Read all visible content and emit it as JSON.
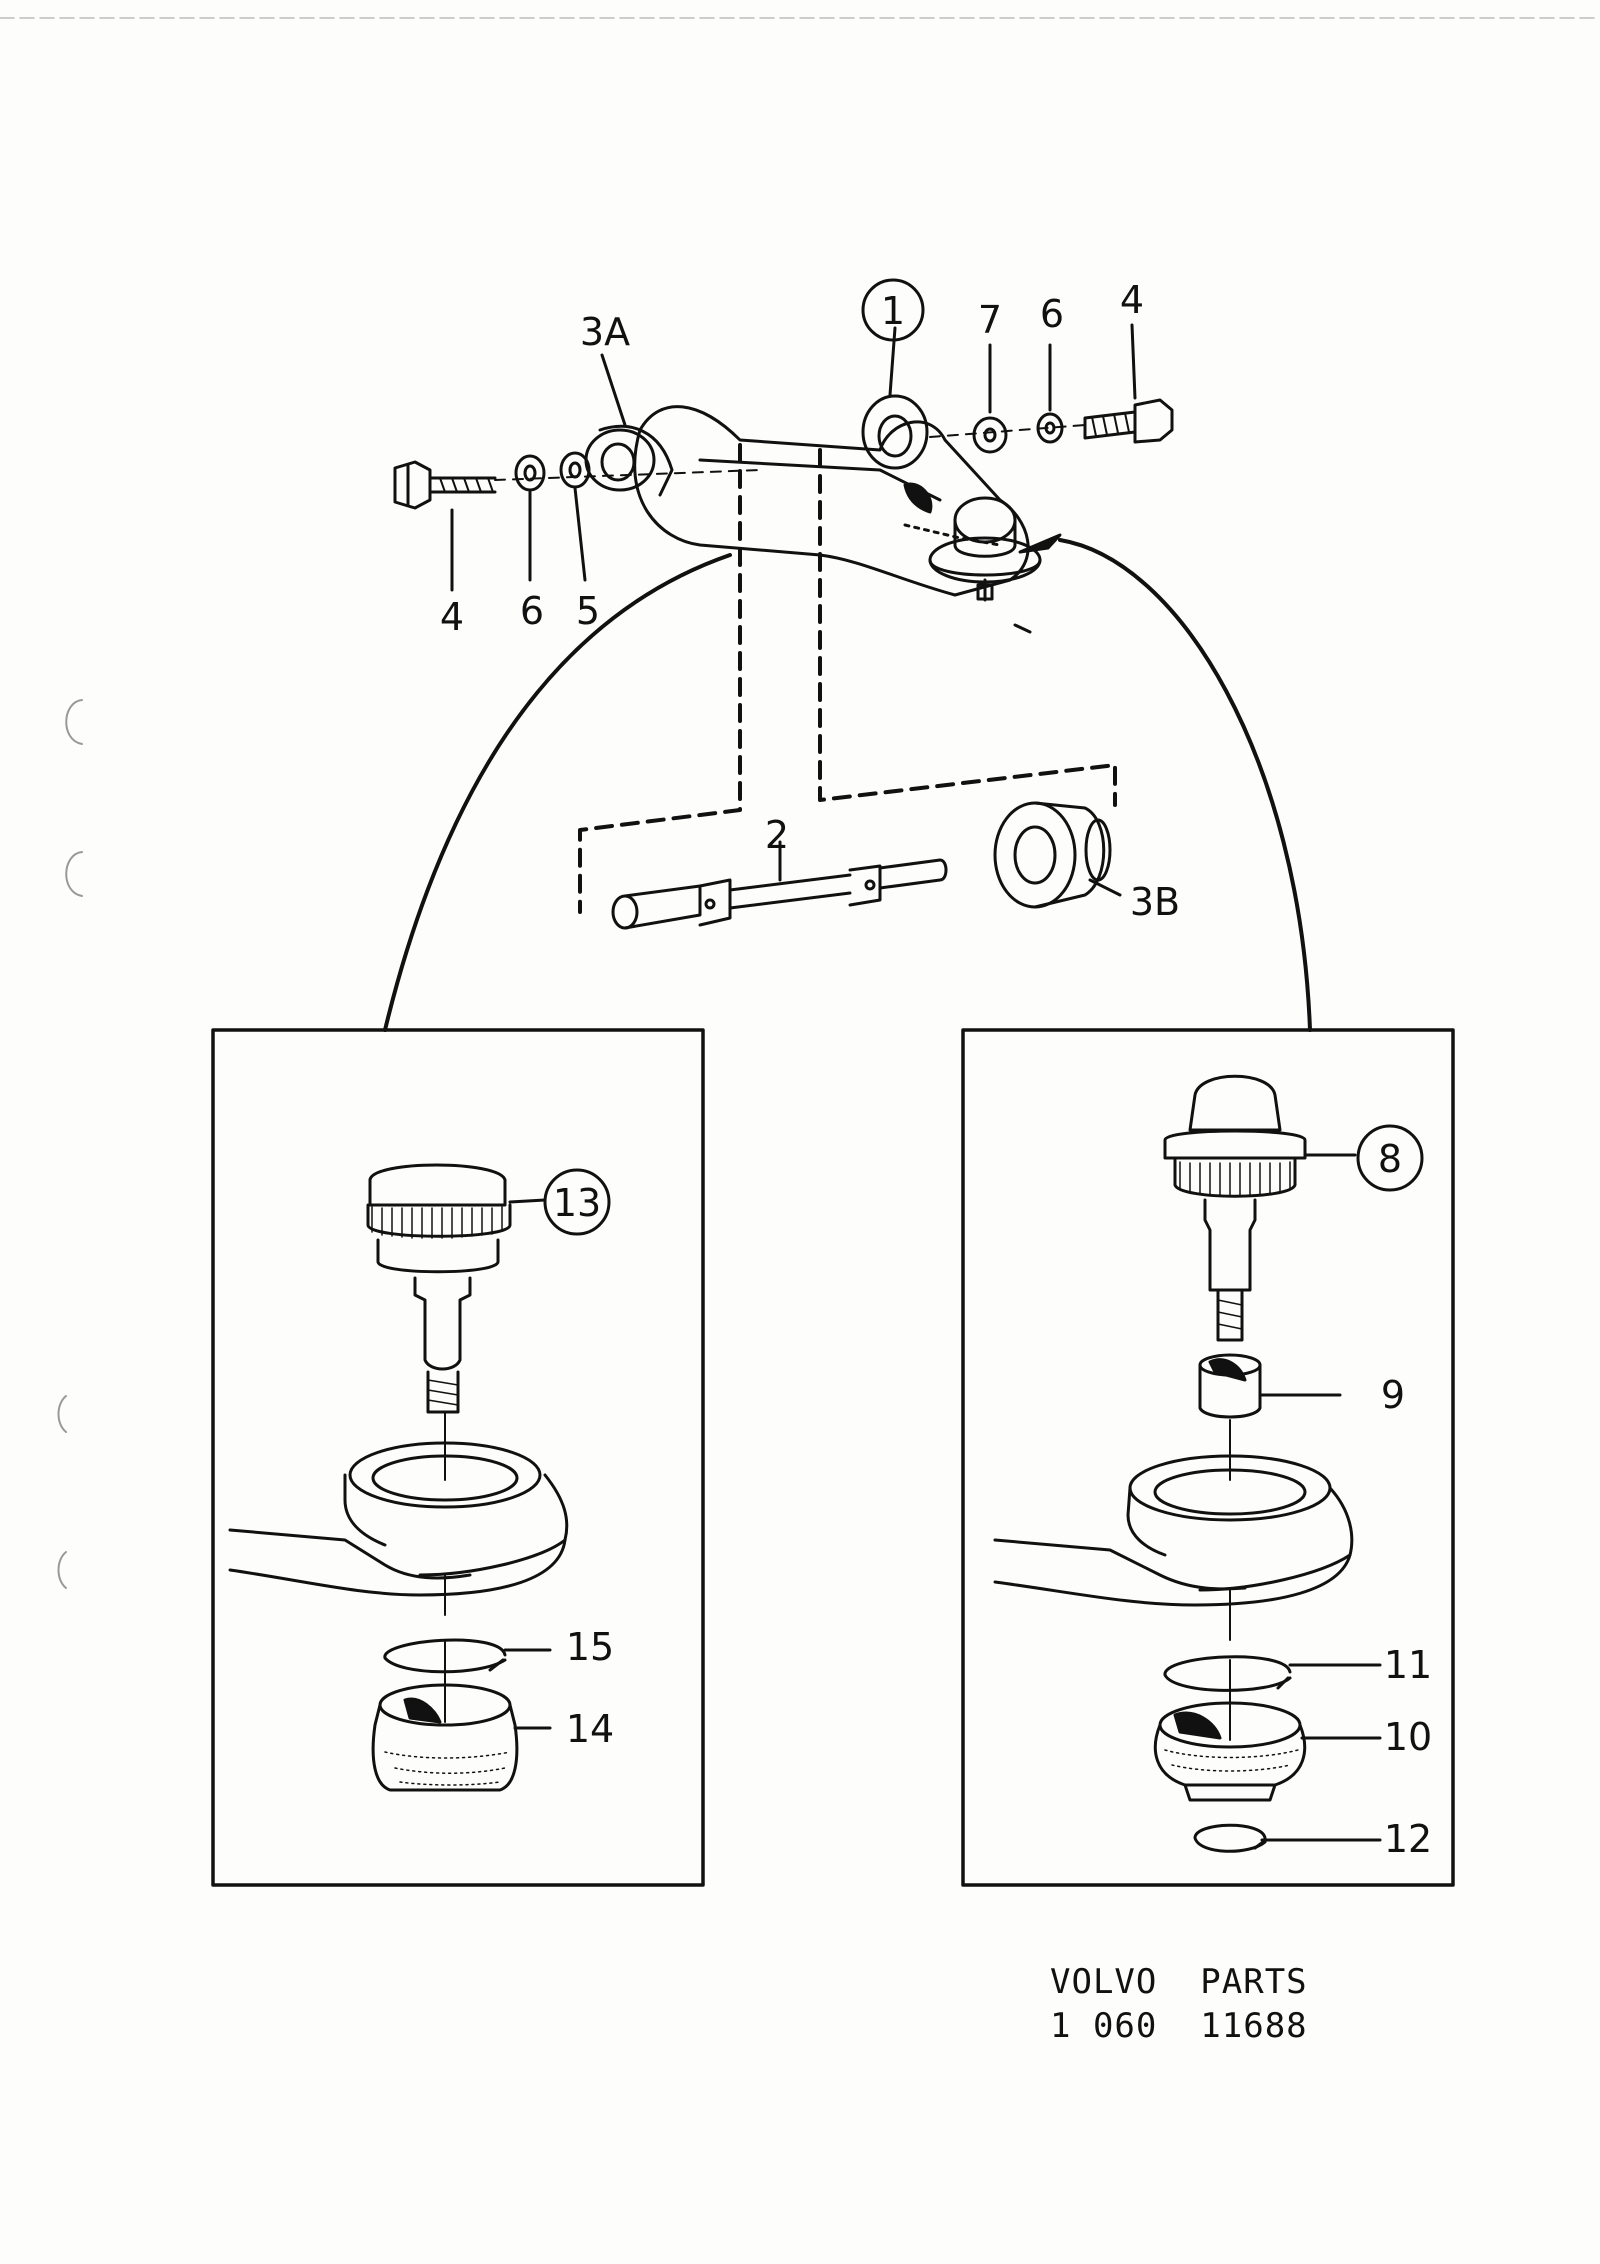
{
  "callouts": {
    "c1": "1",
    "c7": "7",
    "c6_top": "6",
    "c4_top": "4",
    "c3a": "3A",
    "c4_left": "4",
    "c6_left": "6",
    "c5": "5",
    "c2": "2",
    "c3b": "3B",
    "c13": "13",
    "c15": "15",
    "c14": "14",
    "c8": "8",
    "c9": "9",
    "c11": "11",
    "c10": "10",
    "c12": "12"
  },
  "footer": {
    "line1": "VOLVO  PARTS",
    "line2": "1 060  11688"
  }
}
